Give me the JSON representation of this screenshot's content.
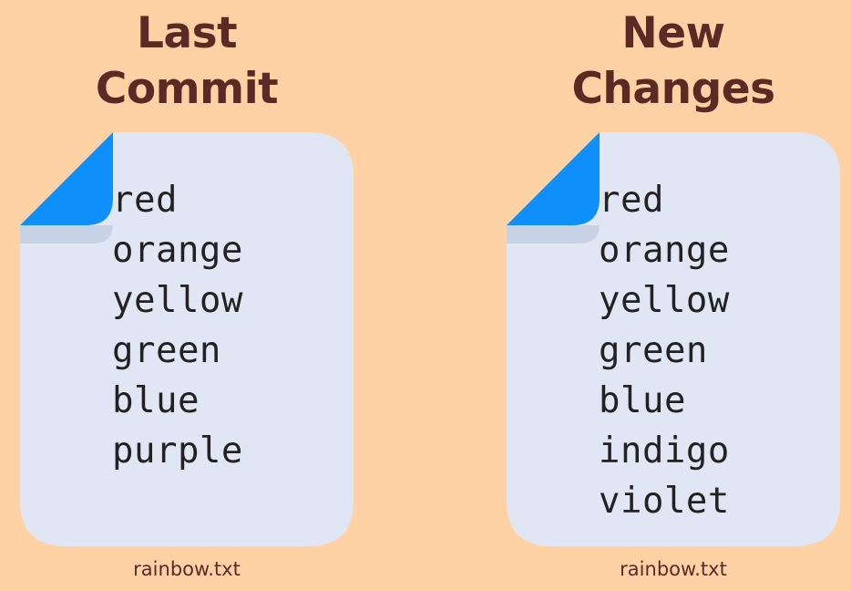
{
  "panels": [
    {
      "title_line1": "Last",
      "title_line2": "Commit",
      "lines": [
        "red",
        "orange",
        "yellow",
        "green",
        "blue",
        "purple"
      ],
      "filename": "rainbow.txt"
    },
    {
      "title_line1": "New",
      "title_line2": "Changes",
      "lines": [
        "red",
        "orange",
        "yellow",
        "green",
        "blue",
        "indigo",
        "violet"
      ],
      "filename": "rainbow.txt"
    }
  ],
  "colors": {
    "background": "#fed2a5",
    "title_text": "#5e2925",
    "page_fill": "#e0e6f4",
    "page_fold": "#0e8ff9",
    "fold_shadow": "#c7d2e4"
  },
  "icons": [
    "file-icon"
  ]
}
